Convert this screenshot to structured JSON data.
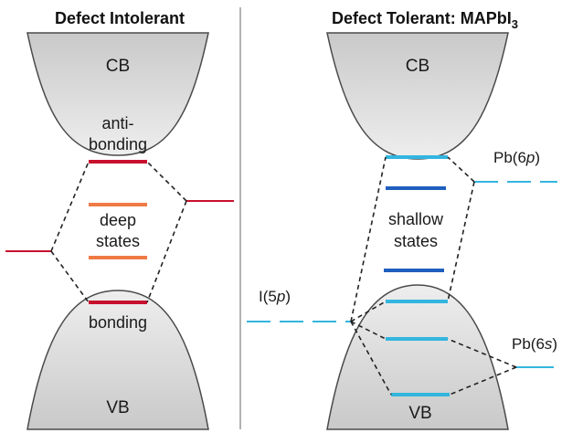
{
  "panels": {
    "left": {
      "title": "Defect Intolerant",
      "cb_label": "CB",
      "vb_label": "VB",
      "antibonding_line1": "anti-",
      "antibonding_line2": "bonding",
      "deep_line1": "deep",
      "deep_line2": "states",
      "bonding_label": "bonding"
    },
    "right": {
      "title_main": "Defect Tolerant: MAPbI",
      "title_sub": "3",
      "cb_label": "CB",
      "vb_label": "VB",
      "shallow_line1": "shallow",
      "shallow_line2": "states",
      "pb6p_prefix": "Pb(6",
      "pb6p_orbital": "p",
      "pb6s_prefix": "Pb(6",
      "pb6s_orbital": "s",
      "i5p_prefix": "I(5",
      "i5p_orbital": "p",
      "orbital_suffix": ")"
    }
  },
  "colors": {
    "band_fill": "#d6d6d6",
    "band_stroke": "#4a4a4a",
    "bonding_red": "#c8102e",
    "deep_orange": "#ef7a45",
    "cyan": "#33b5df",
    "blue": "#1f5fbf",
    "divider": "#9a9a9a"
  }
}
